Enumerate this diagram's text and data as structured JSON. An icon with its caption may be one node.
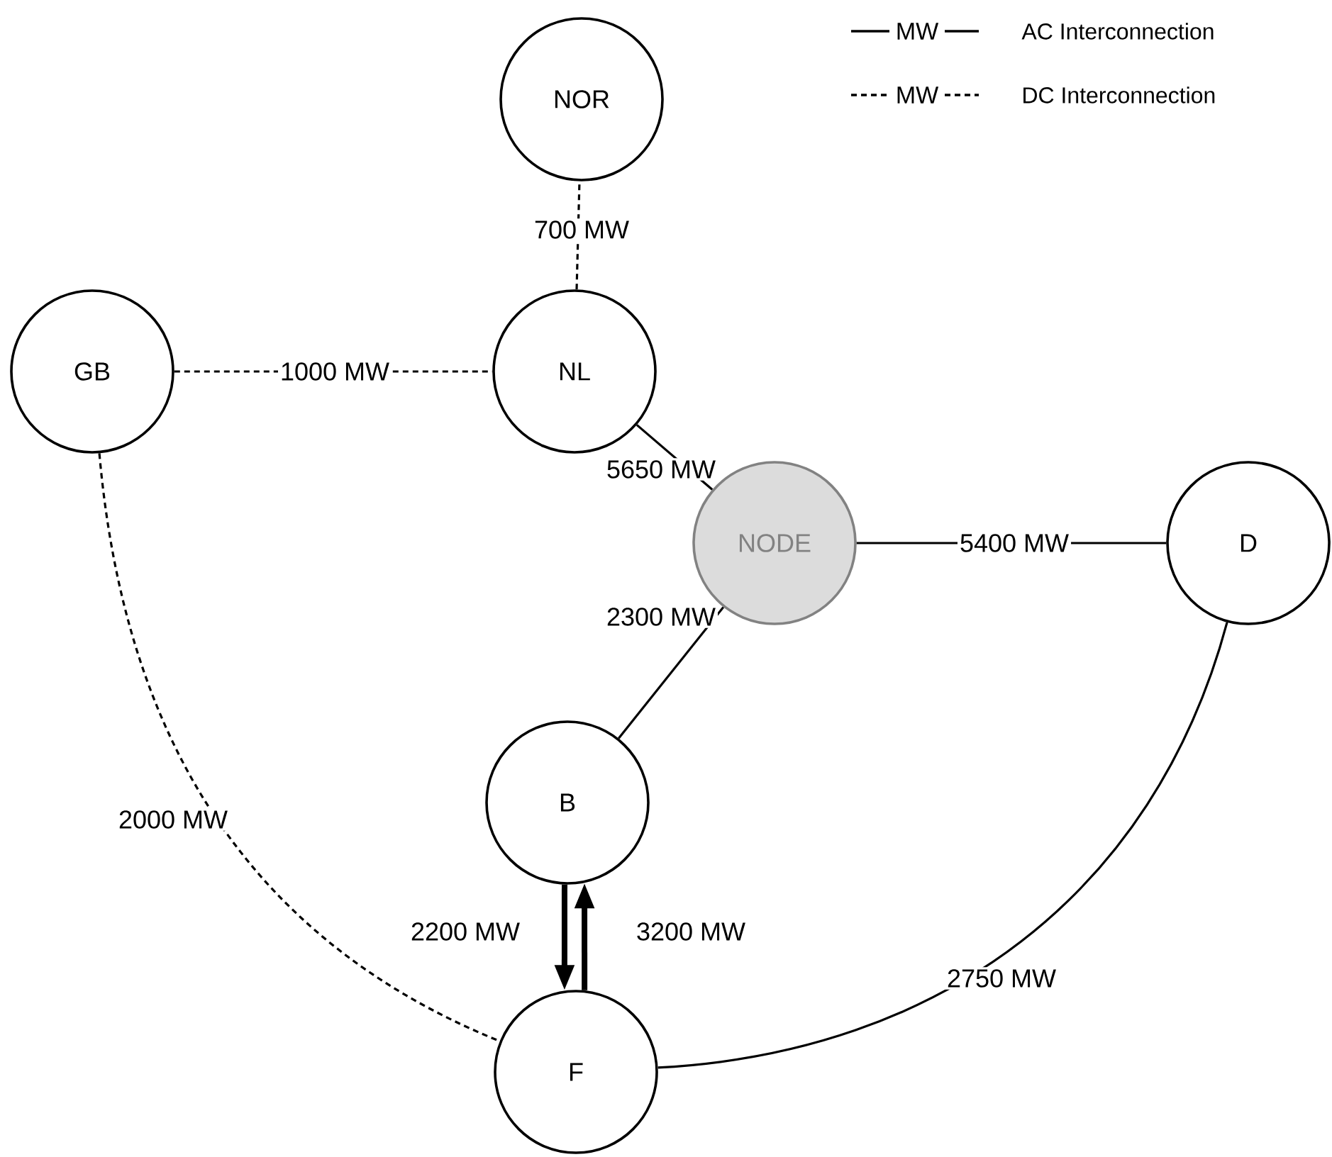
{
  "diagram": {
    "nodes": [
      {
        "text": [
          "NOR"
        ]
      },
      {
        "text": [
          "GB"
        ]
      },
      {
        "text": [
          "NL"
        ]
      },
      {
        "text": [
          "NODE"
        ]
      },
      {
        "text": [
          "D"
        ]
      },
      {
        "text": [
          "B"
        ]
      },
      {
        "text": [
          "F"
        ]
      }
    ],
    "edges": [
      {
        "from": 2,
        "to": 0,
        "arrow": "none",
        "label": "700 MW",
        "style": "dashed"
      },
      {
        "from": 1,
        "to": 2,
        "arrow": "none",
        "label": "1000 MW",
        "style": "dashed"
      },
      {
        "from": 2,
        "to": 3,
        "arrow": "none",
        "label": "5650 MW"
      },
      {
        "from": 3,
        "to": 4,
        "arrow": "none",
        "label": "5400 MW"
      },
      {
        "from": 3,
        "to": 5,
        "arrow": "none",
        "label": "2300 MW"
      },
      {
        "from": 1,
        "to": 6,
        "arrow": "none",
        "label": "2000 MW",
        "style": "dashed"
      },
      {
        "from": 5,
        "to": 6,
        "arrow": "to",
        "label": "2200 MW",
        "style": "thick"
      },
      {
        "from": 6,
        "to": 5,
        "arrow": "to",
        "label": "3200 MW",
        "style": "thick"
      },
      {
        "from": 4,
        "to": 6,
        "arrow": "none",
        "label": "2750 MW"
      }
    ],
    "labels": [
      "MW",
      "MW"
    ],
    "legend": [
      {
        "text": "AC Interconnection"
      },
      {
        "text": "DC Interconnection"
      }
    ]
  }
}
